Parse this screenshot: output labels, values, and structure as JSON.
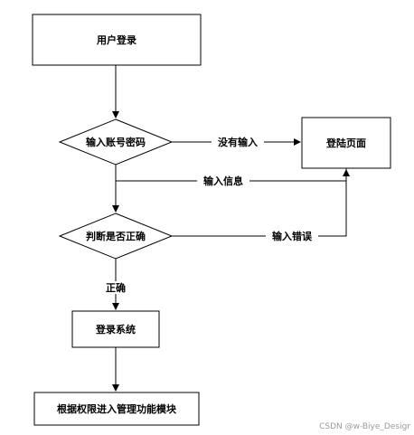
{
  "nodes": {
    "login": "用户登录",
    "input_account": "输入账号密码",
    "login_page": "登陆页面",
    "judge": "判断是否正确",
    "login_system": "登录系统",
    "enter_modules": "根据权限进入管理功能模块"
  },
  "edges": {
    "no_input": "没有输入",
    "input_info": "输入信息",
    "input_error": "输入错误",
    "correct": "正确"
  },
  "watermark": "CSDN @w-Biye_Desigr"
}
